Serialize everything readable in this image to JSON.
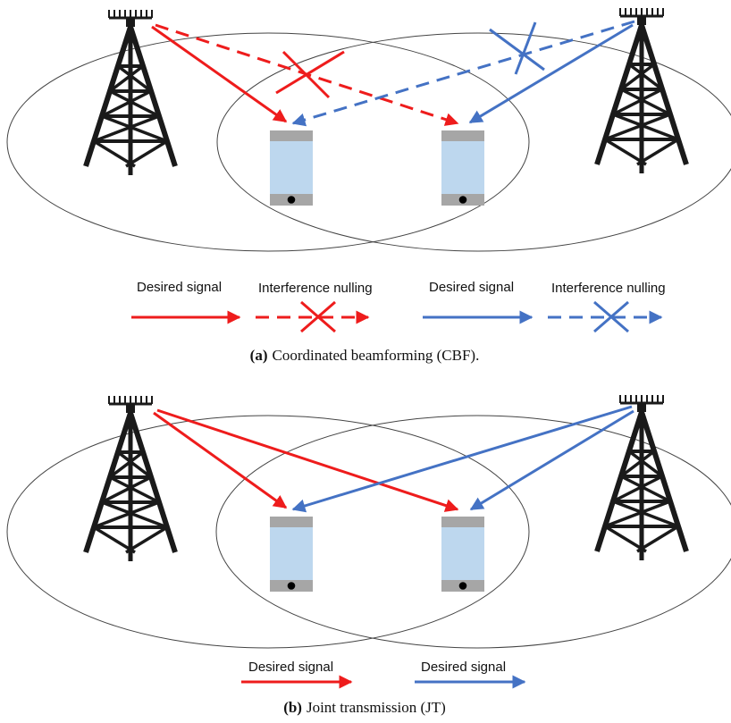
{
  "colors": {
    "red": "#ee1c1c",
    "blue": "#4472c4",
    "tower": "#1a1a1a",
    "phone_screen": "#bdd7ee",
    "phone_bezel": "#a6a6a6",
    "cell_outline": "#444444"
  },
  "panel_a": {
    "legend": {
      "desired_red": "Desired signal",
      "nulling_red": "Interference nulling",
      "desired_blue": "Desired signal",
      "nulling_blue": "Interference nulling"
    },
    "caption_tag": "(a)",
    "caption_text": "Coordinated beamforming (CBF)."
  },
  "panel_b": {
    "legend": {
      "desired_red": "Desired signal",
      "desired_blue": "Desired signal"
    },
    "caption_tag": "(b)",
    "caption_text": "Joint transmission (JT)"
  },
  "icons": [
    "cell-tower-icon",
    "phone-icon",
    "cross-icon",
    "arrow-icon"
  ]
}
